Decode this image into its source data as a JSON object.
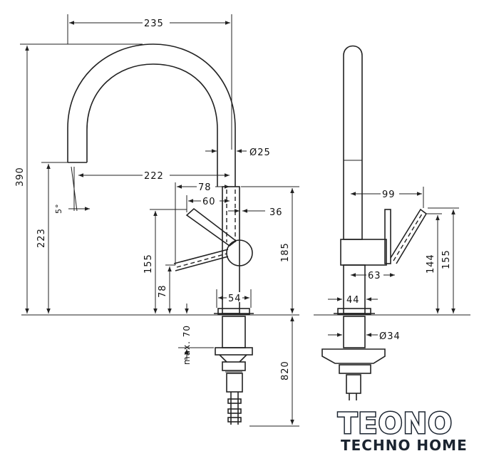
{
  "dimensions": {
    "w235": "235",
    "d25": "Ø25",
    "w222": "222",
    "w78": "78",
    "w60": "60",
    "w36": "36",
    "angle": "5°",
    "h390": "390",
    "h223": "223",
    "h155_left": "155",
    "h78_left": "78",
    "h70_max": "max. 70",
    "w54": "54",
    "h185": "185",
    "h820": "820",
    "w99": "99",
    "w63": "63",
    "w44": "44",
    "d34": "Ø34",
    "h144": "144",
    "h155_right": "155"
  },
  "logo": {
    "main": "TEONO",
    "sub": "TECHNO HOME",
    "colors": {
      "dark": "#1b2430",
      "accent": "#2a8fd6"
    }
  }
}
